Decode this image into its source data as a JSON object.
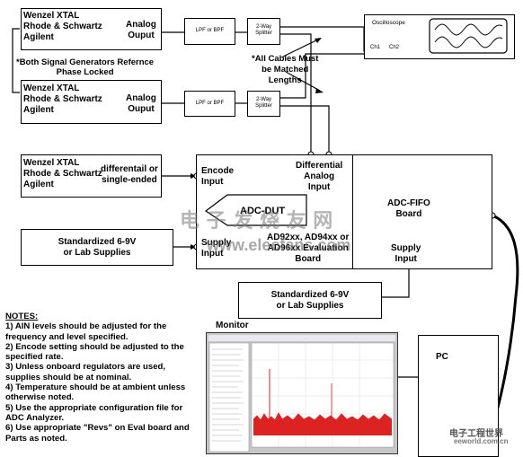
{
  "signal_gen_1": {
    "lines": [
      "Wenzel XTAL",
      "Rhode & Schwartz",
      "Agilent"
    ],
    "output": "Analog\nOuput"
  },
  "signal_gen_2": {
    "lines": [
      "Wenzel XTAL",
      "Rhode & Schwartz",
      "Agilent"
    ],
    "output": "Analog\nOuput"
  },
  "phase_lock_note": "*Both Signal Generators Refernce\nPhase Locked",
  "filter_1": "LPF or BPF",
  "filter_2": "LPF or BPF",
  "splitter_1": "2-Way\nSplitter",
  "splitter_2": "2-Way\nSplitter",
  "cable_note": "*All Cables Must\nbe Matched\nLengths",
  "oscilloscope": {
    "title": "Oscilloscope",
    "ch1": "Ch1",
    "ch2": "Ch2"
  },
  "encode_gen": {
    "lines": [
      "Wenzel XTAL",
      "Rhode & Schwartz",
      "Agilent"
    ],
    "output": "differentail or\nsingle-ended"
  },
  "eval_board": {
    "encode_input": "Encode\nInput",
    "diff_input": "Differential\nAnalog\nInput",
    "dut": "ADC-DUT",
    "title": "AD92xx, AD94xx or\nAD96xx Evaluation\nBoard",
    "supply_input": "Supply\nInput"
  },
  "fifo_board": {
    "title": "ADC-FIFO\nBoard",
    "supply_input": "Supply\nInput"
  },
  "supply_1": "Standardized 6-9V\nor Lab Supplies",
  "supply_2": "Standardized 6-9V\nor Lab Supplies",
  "notes": {
    "title": "NOTES:",
    "items": [
      "1)  AIN levels should be adjusted for the",
      "frequency and level specified.",
      "2)  Encode setting should be adjusted to the",
      "specified rate.",
      "3)  Unless onboard regulators are used,",
      "supplies should be at nominal.",
      "4)  Temperature should be at ambient unless",
      "otherwise noted.",
      "5)  Use the appropriate configuration file for",
      "ADC Analyzer.",
      "6)  Use appropriate \"Revs\" on Eval board and",
      "Parts as noted."
    ]
  },
  "monitor": {
    "title": "Monitor"
  },
  "pc": "PC",
  "watermark": {
    "main": "电 子 发 烧 友 网",
    "url": "www.elecfans.com",
    "corner": "电子工程世界",
    "corner_url": "eeworld.com.cn"
  }
}
